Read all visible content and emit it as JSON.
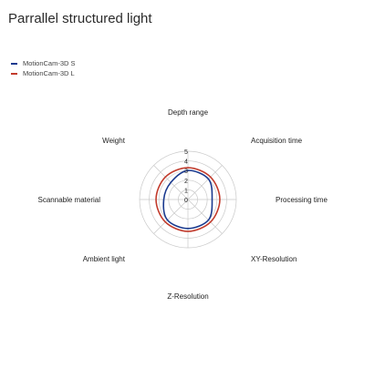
{
  "title": "Parrallel structured light",
  "colors": {
    "series_1": "#1a3a8f",
    "series_2": "#c23b2c",
    "grid": "#c9c9c9"
  },
  "legend": [
    {
      "label": "MotionCam-3D S",
      "color": "#1a3a8f"
    },
    {
      "label": "MotionCam-3D L",
      "color": "#c23b2c"
    }
  ],
  "chart_data": {
    "type": "radar",
    "title": "Parrallel structured light",
    "axes": [
      "Depth range",
      "Acquisition time",
      "Processing time",
      "XY-Resolution",
      "Z-Resolution",
      "Ambient light",
      "Scannable material",
      "Weight"
    ],
    "tick_labels": [
      "0",
      "1",
      "2",
      "3",
      "4",
      "5"
    ],
    "range": [
      0,
      5
    ],
    "grid": true,
    "legend_position": "top-left",
    "series": [
      {
        "name": "MotionCam-3D S",
        "values": [
          3,
          3,
          2.5,
          3,
          3,
          3,
          2.5,
          2.5
        ]
      },
      {
        "name": "MotionCam-3D L",
        "values": [
          3.3,
          3.3,
          3.3,
          3.3,
          3.3,
          3.3,
          3.3,
          3.3
        ]
      }
    ]
  }
}
